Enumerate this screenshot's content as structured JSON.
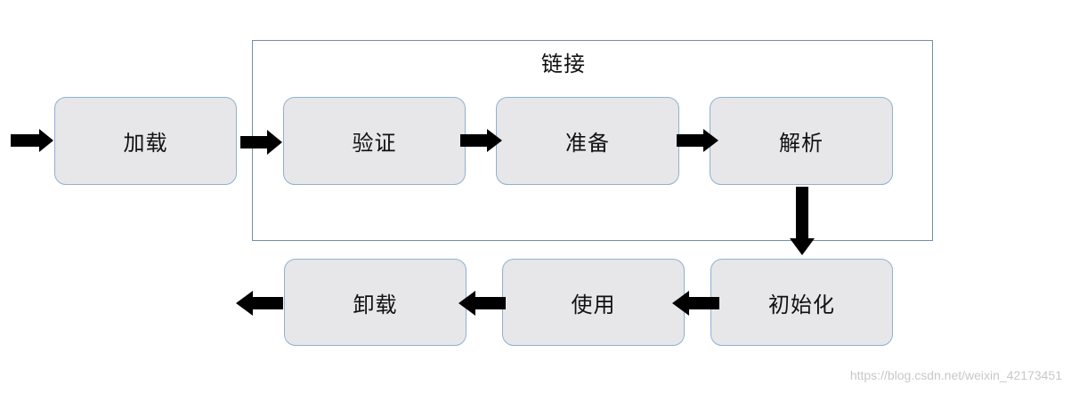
{
  "group": {
    "label": "链接"
  },
  "nodes": {
    "load": "加载",
    "verify": "验证",
    "prepare": "准备",
    "resolve": "解析",
    "initialize": "初始化",
    "use": "使用",
    "unload": "卸载"
  },
  "watermark": "https://blog.csdn.net/weixin_42173451",
  "colors": {
    "node_fill": "#e7e6e8",
    "node_border": "#8fb1d2",
    "group_border": "#6f8fae",
    "arrow": "#000000"
  }
}
